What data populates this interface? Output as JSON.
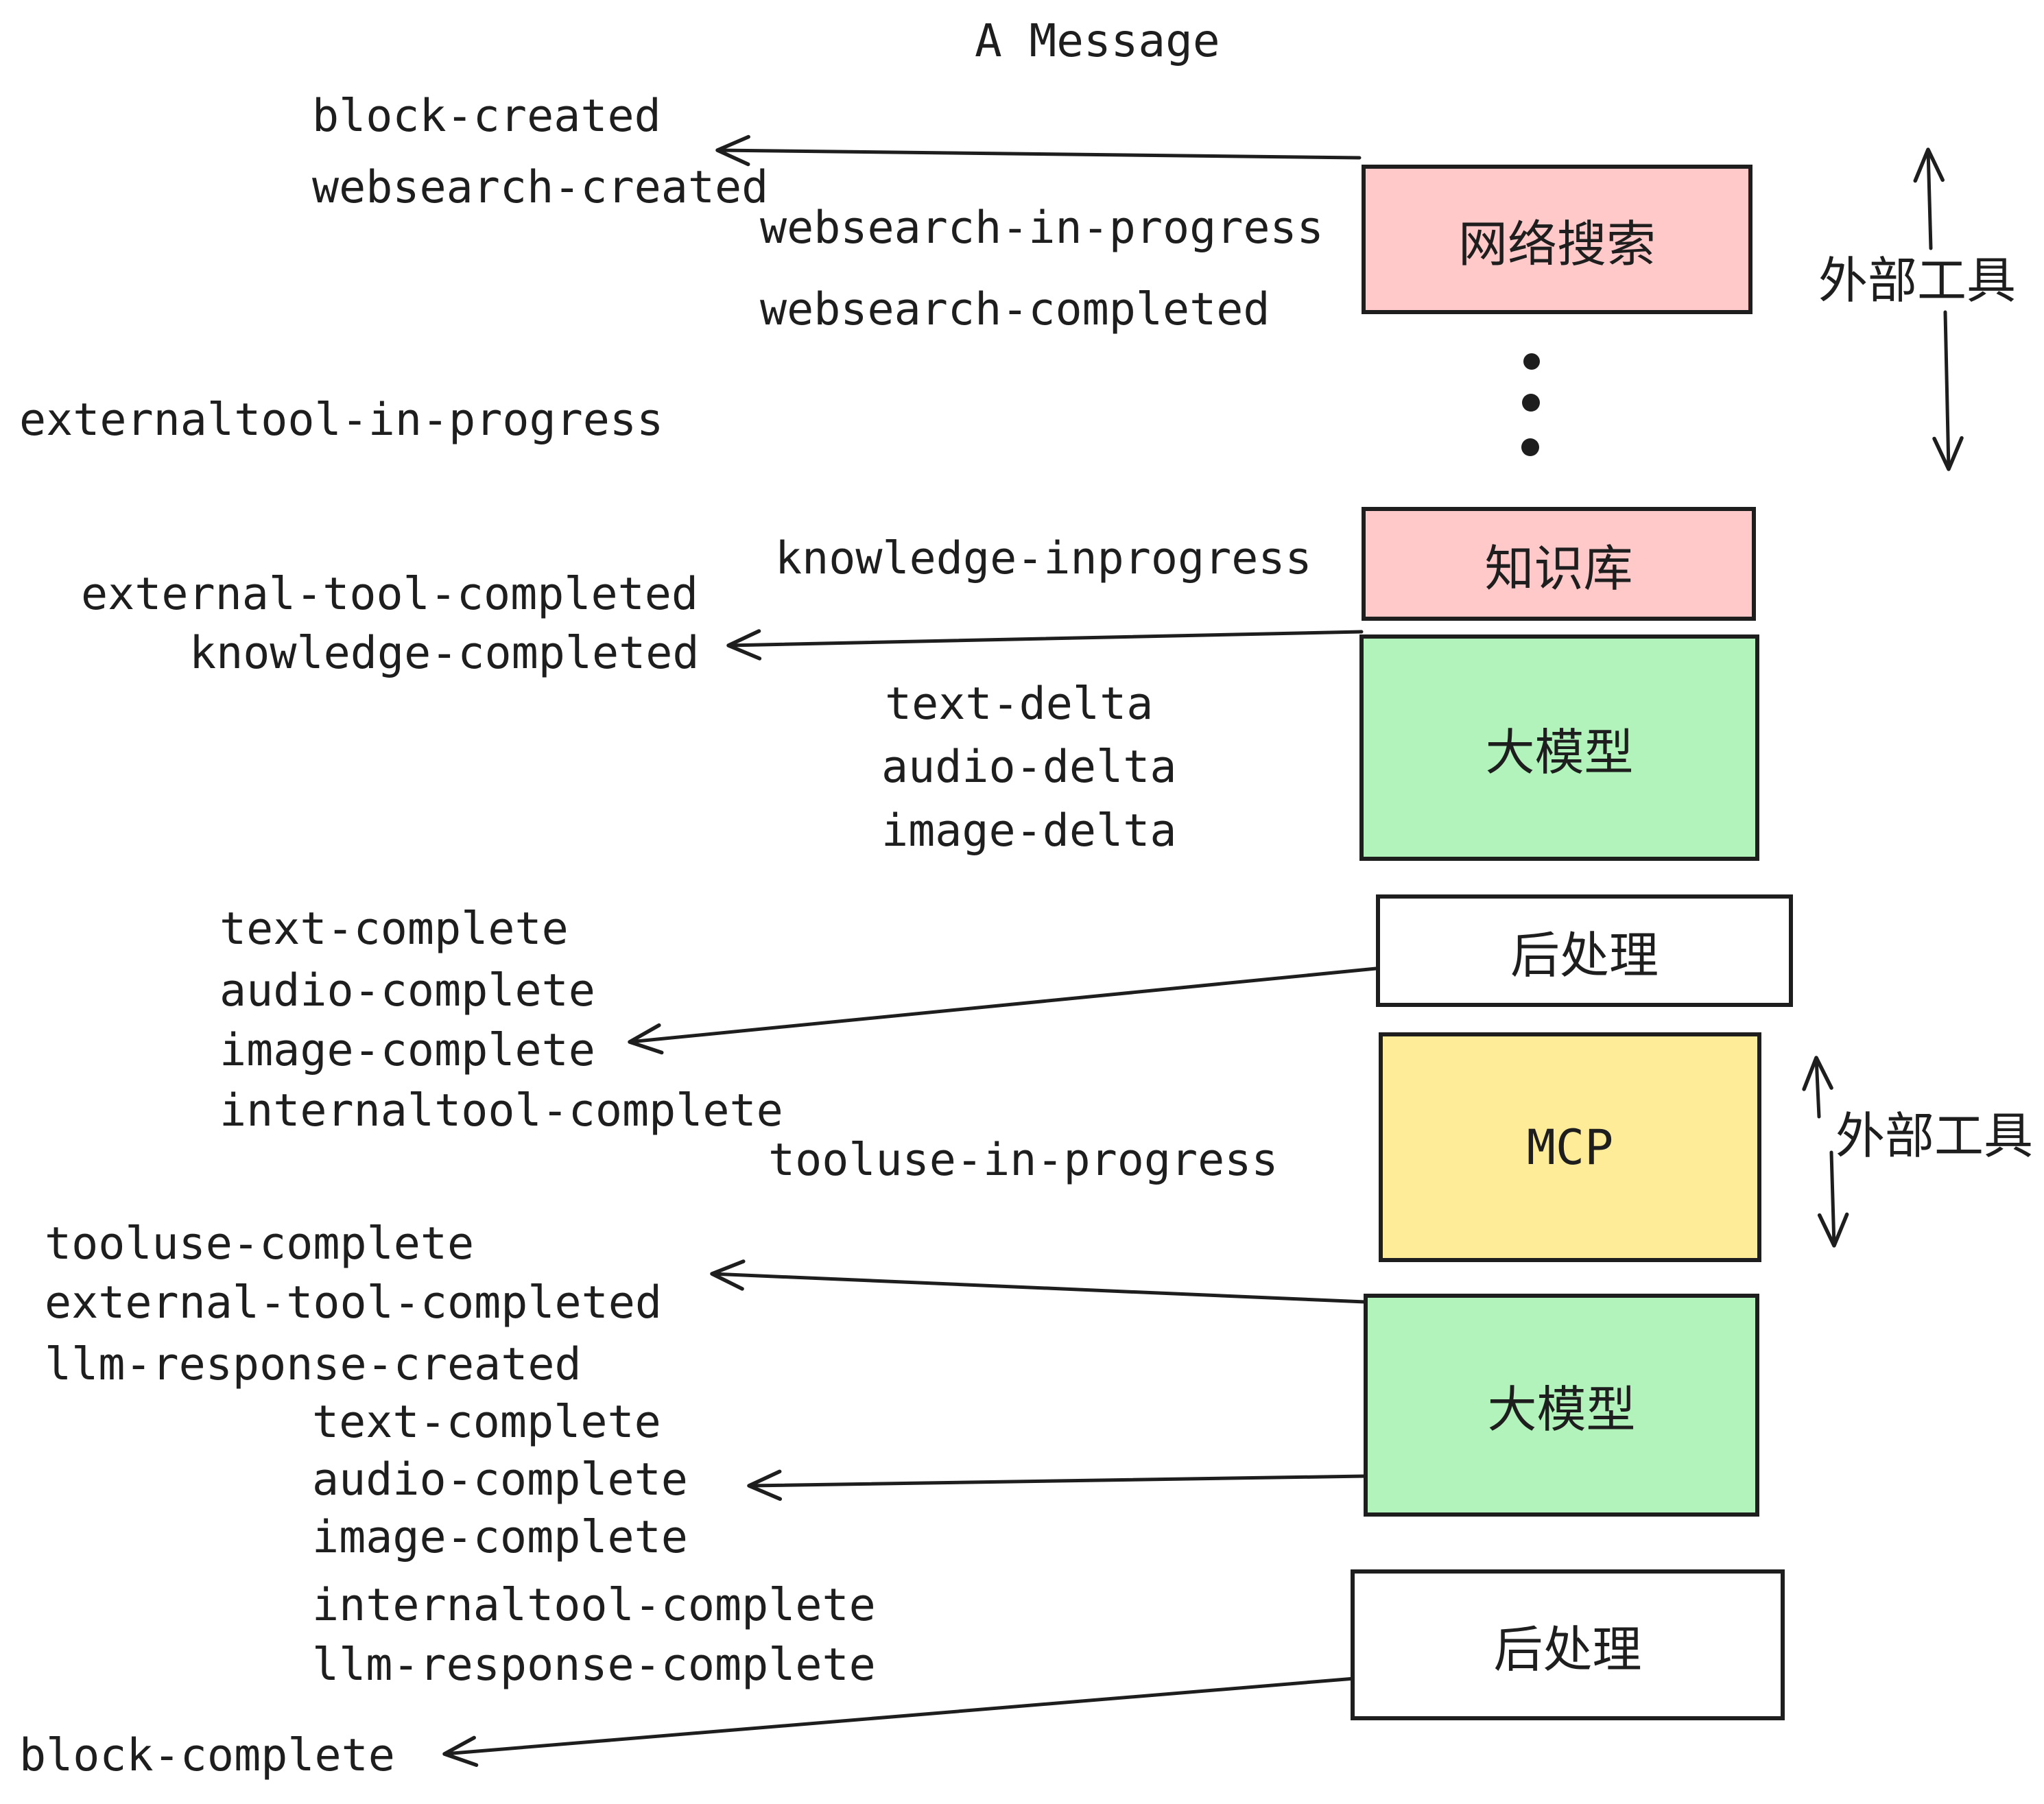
{
  "title": "A Message",
  "colors": {
    "stroke": "#1e1e1e",
    "pink": "#ffc9c9",
    "green": "#b2f2bb",
    "yellow": "#ffec99",
    "white": "#ffffff"
  },
  "events": [
    {
      "text": "block-created"
    },
    {
      "text": "websearch-created"
    },
    {
      "text": "websearch-in-progress"
    },
    {
      "text": "websearch-completed"
    },
    {
      "text": "externaltool-in-progress"
    },
    {
      "text": "knowledge-inprogress"
    },
    {
      "text": "external-tool-completed"
    },
    {
      "text": "knowledge-completed"
    },
    {
      "text": "text-delta"
    },
    {
      "text": "audio-delta"
    },
    {
      "text": "image-delta"
    },
    {
      "text": "text-complete"
    },
    {
      "text": "audio-complete"
    },
    {
      "text": "image-complete"
    },
    {
      "text": "internaltool-complete"
    },
    {
      "text": "tooluse-in-progress"
    },
    {
      "text": "tooluse-complete"
    },
    {
      "text": "external-tool-completed"
    },
    {
      "text": "llm-response-created"
    },
    {
      "text": "text-complete"
    },
    {
      "text": "audio-complete"
    },
    {
      "text": "image-complete"
    },
    {
      "text": "internaltool-complete"
    },
    {
      "text": "llm-response-complete"
    },
    {
      "text": "block-complete"
    }
  ],
  "boxes": {
    "websearch": {
      "label": "网络搜索"
    },
    "knowledge": {
      "label": "知识库"
    },
    "llm1": {
      "label": "大模型"
    },
    "post1": {
      "label": "后处理"
    },
    "mcp": {
      "label": "MCP"
    },
    "llm2": {
      "label": "大模型"
    },
    "post2": {
      "label": "后处理"
    }
  },
  "side_annotations": {
    "top": {
      "label": "外部工具"
    },
    "mcp": {
      "label": "外部工具"
    }
  }
}
